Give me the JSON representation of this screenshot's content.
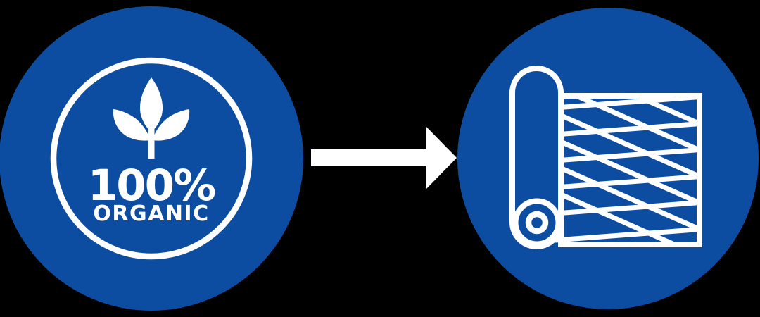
{
  "colors": {
    "background": "#000000",
    "circle_blue": "#0d4da1",
    "graphic_white": "#ffffff"
  },
  "organic_badge": {
    "icon": "plant-leaves-icon",
    "percent_label": "100%",
    "organic_label": "ORGANIC"
  },
  "arrow": {
    "icon": "right-arrow-icon",
    "direction": "right"
  },
  "fabric": {
    "icon": "fabric-roll-icon"
  }
}
